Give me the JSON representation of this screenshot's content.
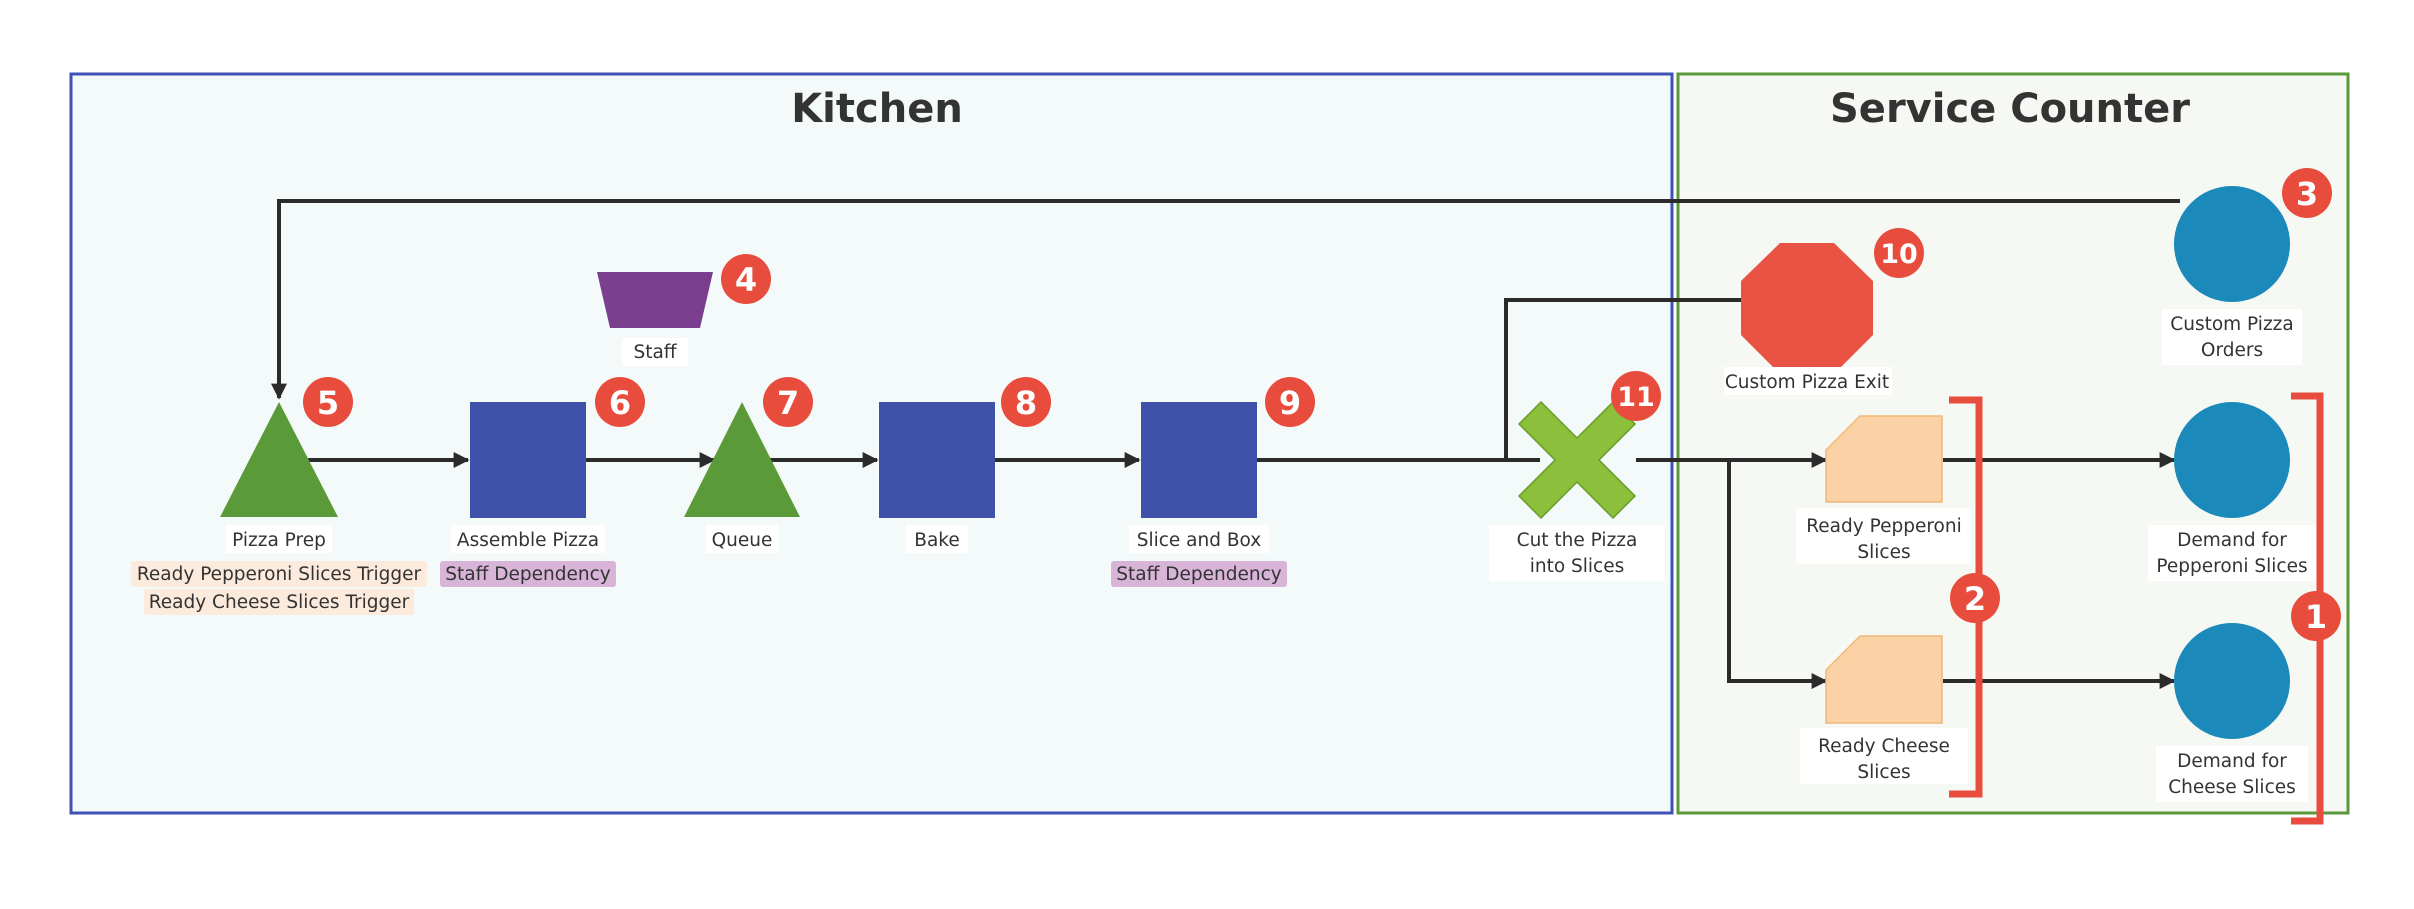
{
  "colors": {
    "kitchen_border": "#3f51b5",
    "kitchen_fill": "#f4f9f9",
    "counter_border": "#5a9a3a",
    "counter_fill": "#f6f8f3",
    "process_blue": "#3d52a8",
    "triangle_green": "#5a9a38",
    "staff_purple": "#7b3f8f",
    "circle_blue": "#1b8abb",
    "exit_red": "#e85343",
    "cut_green": "#8cbf3c",
    "ready_peach": "#fad2a6",
    "badge_red": "#e74c3c",
    "trigger_tag": "#fcebdc",
    "dependency_tag": "#d8b4d8",
    "edge": "#2b2b2b"
  },
  "lanes": {
    "kitchen_title": "Kitchen",
    "service_counter_title": "Service Counter"
  },
  "nodes": {
    "staff": {
      "label": "Staff",
      "shape": "trapezoid",
      "badge": "4"
    },
    "pizza_prep": {
      "label": "Pizza Prep",
      "shape": "triangle",
      "badge": "5"
    },
    "assemble_pizza": {
      "label": "Assemble Pizza",
      "shape": "square",
      "badge": "6"
    },
    "queue": {
      "label": "Queue",
      "shape": "triangle",
      "badge": "7"
    },
    "bake": {
      "label": "Bake",
      "shape": "square",
      "badge": "8"
    },
    "slice_and_box": {
      "label": "Slice and Box",
      "shape": "square",
      "badge": "9"
    },
    "cut_pizza": {
      "label_line1": "Cut the Pizza",
      "label_line2": "into Slices",
      "shape": "x-cross",
      "badge": "11"
    },
    "custom_pizza_exit": {
      "label": "Custom Pizza Exit",
      "shape": "octagon",
      "badge": "10"
    },
    "custom_pizza_orders": {
      "label_line1": "Custom Pizza",
      "label_line2": "Orders",
      "shape": "circle",
      "badge": "3"
    },
    "ready_pepperoni": {
      "label_line1": "Ready Pepperoni",
      "label_line2": "Slices",
      "shape": "card"
    },
    "ready_cheese": {
      "label_line1": "Ready Cheese",
      "label_line2": "Slices",
      "shape": "card"
    },
    "demand_pepperoni": {
      "label_line1": "Demand for",
      "label_line2": "Pepperoni Slices",
      "shape": "circle"
    },
    "demand_cheese": {
      "label_line1": "Demand for",
      "label_line2": "Cheese Slices",
      "shape": "circle"
    }
  },
  "tags": {
    "pepperoni_trigger": "Ready Pepperoni Slices Trigger",
    "cheese_trigger": "Ready Cheese Slices Trigger",
    "assemble_dependency": "Staff Dependency",
    "slice_dependency": "Staff Dependency"
  },
  "groups": {
    "ready_slices_badge": "2",
    "demand_badge": "1"
  }
}
